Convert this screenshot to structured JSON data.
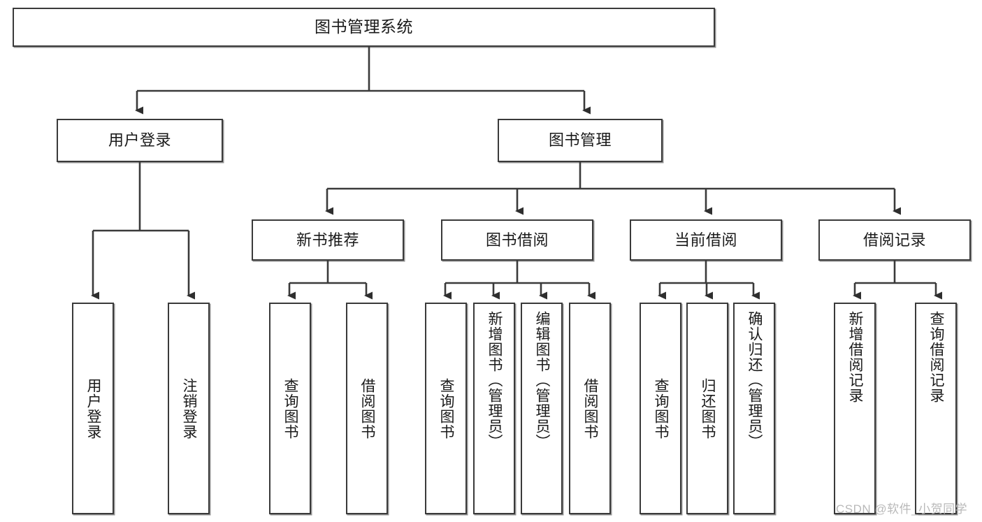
{
  "diagram": {
    "type": "hierarchy-tree",
    "title": "图书管理系统",
    "levels": 4,
    "root": {
      "label": "图书管理系统"
    },
    "level2": [
      {
        "label": "用户登录"
      },
      {
        "label": "图书管理"
      }
    ],
    "level3": [
      {
        "label": "新书推荐"
      },
      {
        "label": "图书借阅"
      },
      {
        "label": "当前借阅"
      },
      {
        "label": "借阅记录"
      }
    ],
    "leaves": {
      "user_login": [
        {
          "label": "用户登录"
        },
        {
          "label": "注销登录"
        }
      ],
      "new_book_recommend": [
        {
          "label": "查询图书"
        },
        {
          "label": "借阅图书"
        }
      ],
      "book_borrow": [
        {
          "label": "查询图书"
        },
        {
          "label": "新增图书（管理员）"
        },
        {
          "label": "编辑图书（管理员）"
        },
        {
          "label": "借阅图书"
        }
      ],
      "current_borrow": [
        {
          "label": "查询图书"
        },
        {
          "label": "归还图书"
        },
        {
          "label": "确认归还（管理员）"
        }
      ],
      "borrow_record": [
        {
          "label": "新增借阅记录"
        },
        {
          "label": "查询借阅记录"
        }
      ]
    }
  },
  "watermark": {
    "text": "CSDN @软件_小贺同学"
  },
  "colors": {
    "stroke": "#3a3a3a",
    "fill": "#ffffff",
    "text": "#1a1a1a",
    "watermark": "#b9b9b9"
  }
}
